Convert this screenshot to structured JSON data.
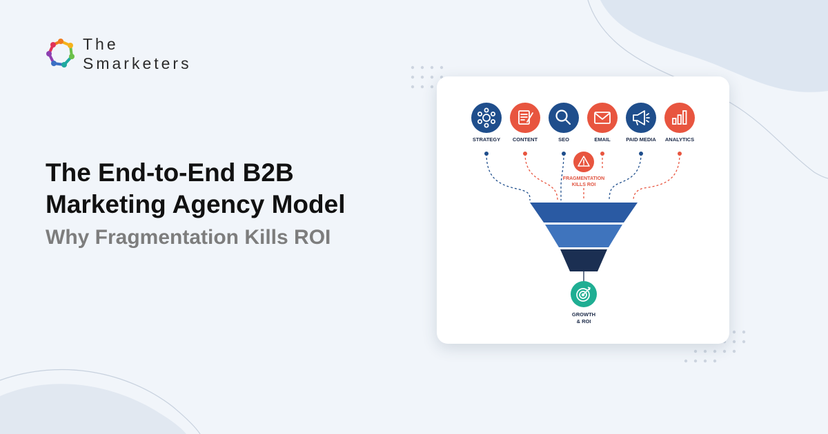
{
  "brand": {
    "line1": "The",
    "line2": "Smarketers"
  },
  "headline": {
    "title_line1": "The End-to-End B2B",
    "title_line2": "Marketing Agency Model",
    "subtitle": "Why Fragmentation Kills ROI"
  },
  "diagram": {
    "channels": [
      {
        "label": "STRATEGY",
        "icon": "strategy-gear-icon",
        "color": "#1f4e8c"
      },
      {
        "label": "CONTENT",
        "icon": "content-document-icon",
        "color": "#e8553f"
      },
      {
        "label": "SEO",
        "icon": "magnifier-icon",
        "color": "#1f4e8c"
      },
      {
        "label": "EMAIL",
        "icon": "envelope-icon",
        "color": "#e8553f"
      },
      {
        "label": "PAID MEDIA",
        "icon": "megaphone-icon",
        "color": "#1f4e8c"
      },
      {
        "label": "ANALYTICS",
        "icon": "bar-chart-icon",
        "color": "#e8553f"
      }
    ],
    "warning": {
      "line1": "FRAGMENTATION",
      "line2": "KILLS ROI",
      "icon": "warning-triangle-icon",
      "color": "#e8553f"
    },
    "funnel_colors": [
      "#2a5aa3",
      "#3f74bd",
      "#1b2f52"
    ],
    "outcome": {
      "line1": "GROWTH",
      "line2": "& ROI",
      "icon": "target-icon",
      "color": "#1fae93"
    }
  }
}
